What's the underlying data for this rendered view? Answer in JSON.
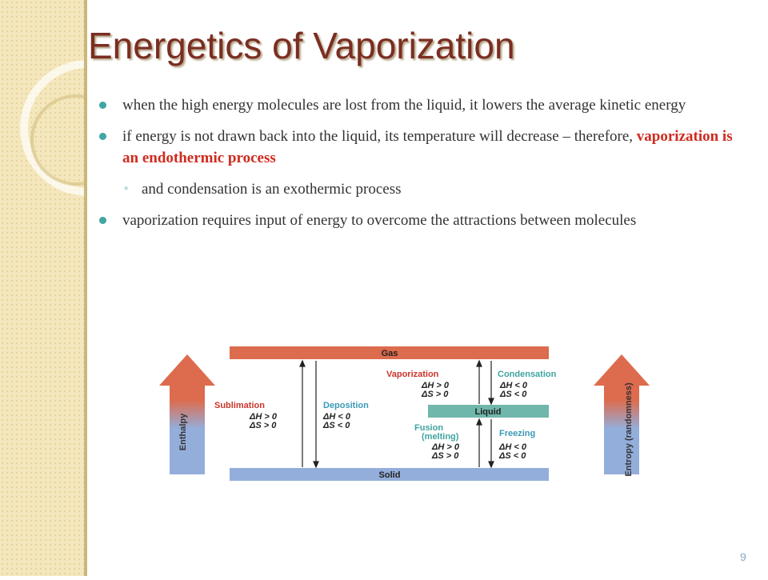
{
  "slide": {
    "title": "Energetics of Vaporization",
    "page_number": "9",
    "bullets": [
      {
        "text": "when the high energy molecules are lost from the liquid, it lowers the average kinetic energy"
      },
      {
        "text": "if energy is not drawn back into the liquid, its temperature will decrease – therefore, ",
        "highlight": "vaporization is an endothermic process"
      },
      {
        "text": "and condensation is an exothermic process",
        "sub": true
      },
      {
        "text": "vaporization requires input of energy to overcome the attractions between molecules"
      }
    ]
  },
  "diagram": {
    "bars": {
      "gas": "Gas",
      "liquid": "Liquid",
      "solid": "Solid"
    },
    "axes": {
      "left": "Enthalpy",
      "right": "Entropy (randomness)"
    },
    "transitions": {
      "sublimation": {
        "name": "Sublimation",
        "dh": "ΔH > 0",
        "ds": "ΔS > 0"
      },
      "deposition": {
        "name": "Deposition",
        "dh": "ΔH < 0",
        "ds": "ΔS < 0"
      },
      "vaporization": {
        "name": "Vaporization",
        "dh": "ΔH > 0",
        "ds": "ΔS > 0"
      },
      "condensation": {
        "name": "Condensation",
        "dh": "ΔH < 0",
        "ds": "ΔS < 0"
      },
      "fusion": {
        "name": "Fusion",
        "name2": "(melting)",
        "dh": "ΔH > 0",
        "ds": "ΔS > 0"
      },
      "freezing": {
        "name": "Freezing",
        "dh": "ΔH < 0",
        "ds": "ΔS < 0"
      }
    },
    "colors": {
      "gas_bar": "#dd6b4d",
      "liquid_bar": "#6fb7ab",
      "solid_bar": "#94aedb",
      "red_label": "#c9342b",
      "blue_label": "#3a99b5",
      "teal_label": "#3ea5a0"
    }
  }
}
